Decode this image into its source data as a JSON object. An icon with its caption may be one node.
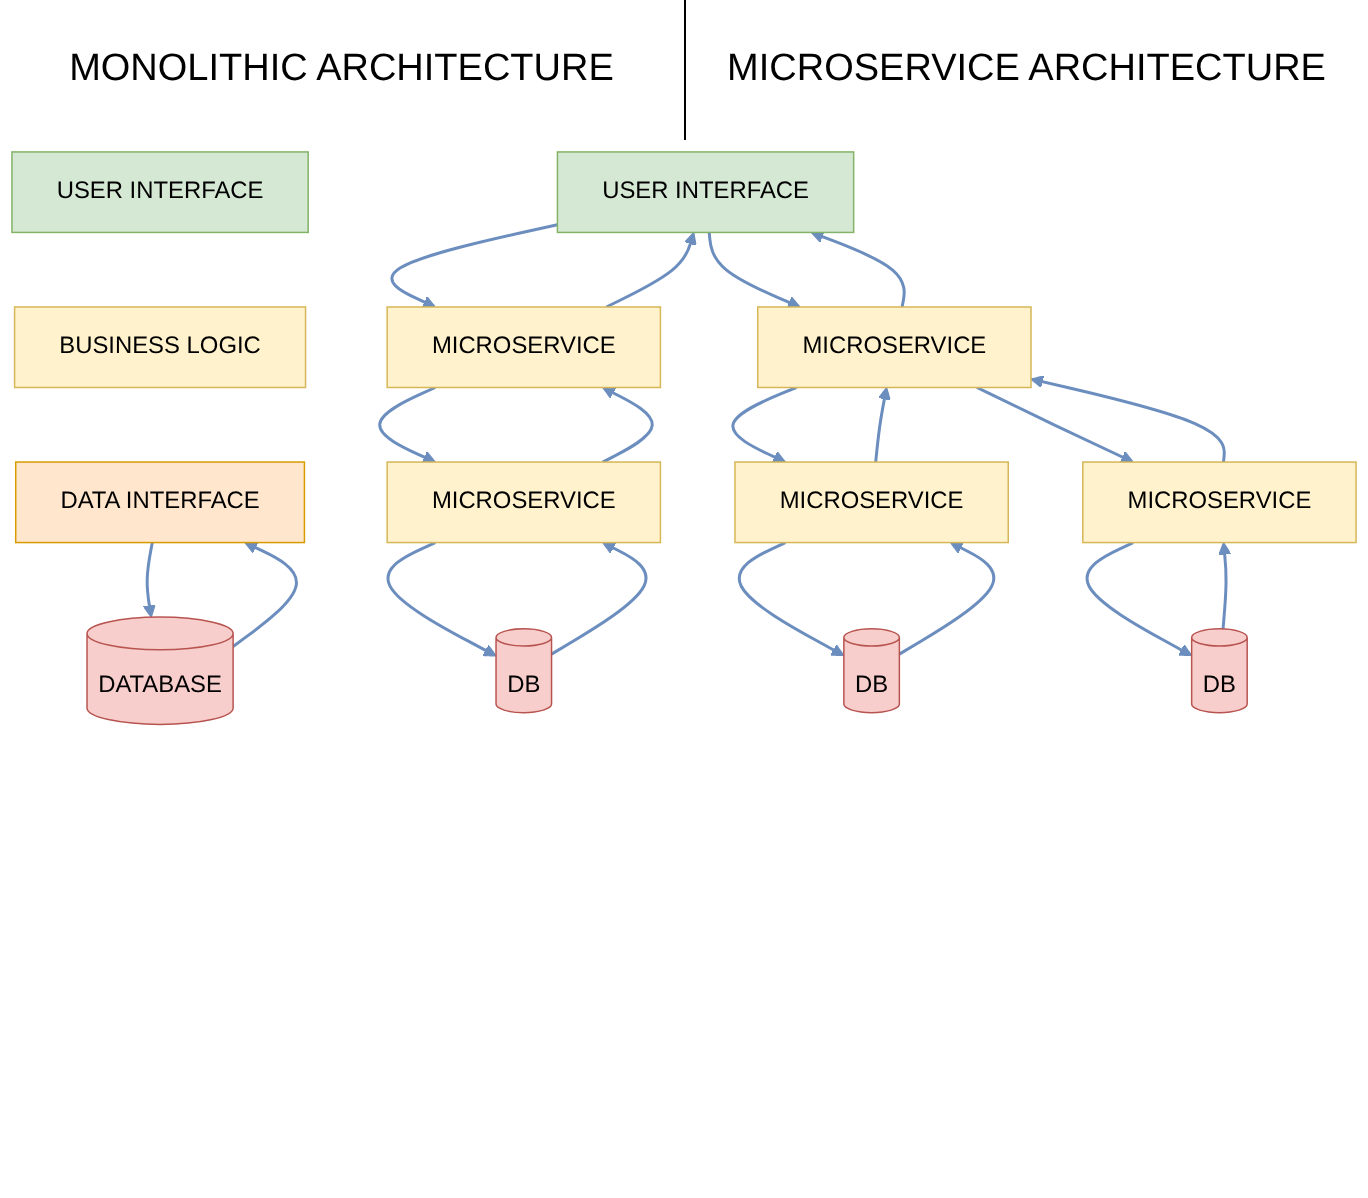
{
  "diagram": {
    "nodes": [
      {
        "text": [
          "USER INTERFACE"
        ]
      },
      {
        "text": [
          "BUSINESS LOGIC"
        ]
      },
      {
        "text": [
          "DATA INTERFACE"
        ]
      },
      {
        "text": [
          "DATABASE"
        ]
      },
      {
        "text": [
          "USER INTERFACE"
        ]
      },
      {
        "text": [
          "MICROSERVICE"
        ]
      },
      {
        "text": [
          "MICROSERVICE"
        ]
      },
      {
        "text": [
          "MICROSERVICE"
        ]
      },
      {
        "text": [
          "MICROSERVICE"
        ]
      },
      {
        "text": [
          "MICROSERVICE"
        ]
      },
      {
        "text": [
          "DB"
        ]
      },
      {
        "text": [
          "DB"
        ]
      },
      {
        "text": [
          "DB"
        ]
      }
    ],
    "edges": [
      {
        "from": 3,
        "to": 2,
        "arrow": "to"
      },
      {
        "from": 2,
        "to": 3,
        "arrow": "to"
      },
      {
        "from": 4,
        "to": 5,
        "arrow": "to"
      },
      {
        "from": 5,
        "to": 4,
        "arrow": "to"
      },
      {
        "from": 4,
        "to": 6,
        "arrow": "to"
      },
      {
        "from": 6,
        "to": 4,
        "arrow": "to"
      },
      {
        "from": 5,
        "to": 7,
        "arrow": "to"
      },
      {
        "from": 7,
        "to": 5,
        "arrow": "to"
      },
      {
        "from": 8,
        "to": 6,
        "arrow": "to"
      },
      {
        "from": 6,
        "to": 8,
        "arrow": "to"
      },
      {
        "from": 9,
        "to": 6,
        "arrow": "to"
      },
      {
        "from": 6,
        "to": 9,
        "arrow": "to"
      },
      {
        "from": 7,
        "to": 10,
        "arrow": "to"
      },
      {
        "from": 10,
        "to": 7,
        "arrow": "to"
      },
      {
        "from": 8,
        "to": 11,
        "arrow": "to"
      },
      {
        "from": 11,
        "to": 8,
        "arrow": "to"
      },
      {
        "from": 9,
        "to": 12,
        "arrow": "to"
      },
      {
        "from": 12,
        "to": 9,
        "arrow": "to"
      }
    ],
    "labels": [
      "MONOLITHIC ARCHITECTURE",
      "MICROSERVICE ARCHITECTURE"
    ]
  }
}
